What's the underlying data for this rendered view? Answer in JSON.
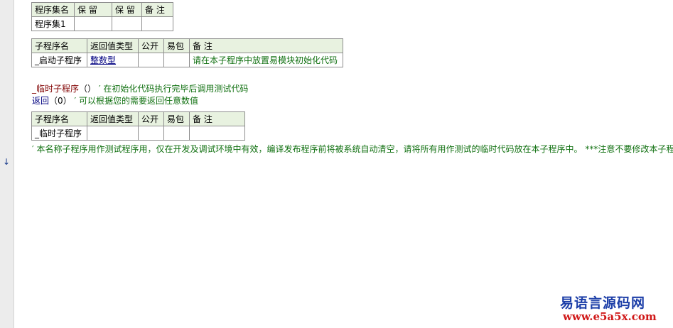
{
  "assembly_table": {
    "headers": [
      "程序集名",
      "保 留",
      "保 留",
      "备 注"
    ],
    "row": [
      "程序集1",
      "",
      "",
      ""
    ]
  },
  "startup_sub_table": {
    "headers": [
      "子程序名",
      "返回值类型",
      "公开",
      "易包",
      "备 注"
    ],
    "row": {
      "name": "_启动子程序",
      "return_type": "整数型",
      "public": "",
      "easy_pkg": "",
      "remark": "请在本子程序中放置易模块初始化代码"
    }
  },
  "code": {
    "call_name": "_临时子程序",
    "call_parens": "（）",
    "call_comment": "′ 在初始化代码执行完毕后调用测试代码",
    "return_keyword": "返回",
    "return_args": "（0）",
    "return_comment": "′ 可以根据您的需要返回任意数值"
  },
  "temp_sub_table": {
    "headers": [
      "子程序名",
      "返回值类型",
      "公开",
      "易包",
      "备 注"
    ],
    "row": [
      "_临时子程序",
      "",
      "",
      "",
      ""
    ]
  },
  "long_comment": "′ 本名称子程序用作测试程序用，仅在开发及调试环境中有效，编译发布程序前将被系统自动清空，请将所有用作测试的临时代码放在本子程序中。 ***注意不要修改本子程序的名称、参数及返回值类型。",
  "watermark": {
    "title": "易语言源码网",
    "url": "www.e5a5x.com"
  },
  "icons": {
    "current_line": "down-arrow-icon"
  },
  "colors": {
    "header_bg": "#e8f2e0",
    "comment_green": "#107010",
    "keyword_blue": "#000080",
    "call_maroon": "#800000",
    "watermark_blue": "#1d3fa8",
    "watermark_red": "#d01818"
  }
}
